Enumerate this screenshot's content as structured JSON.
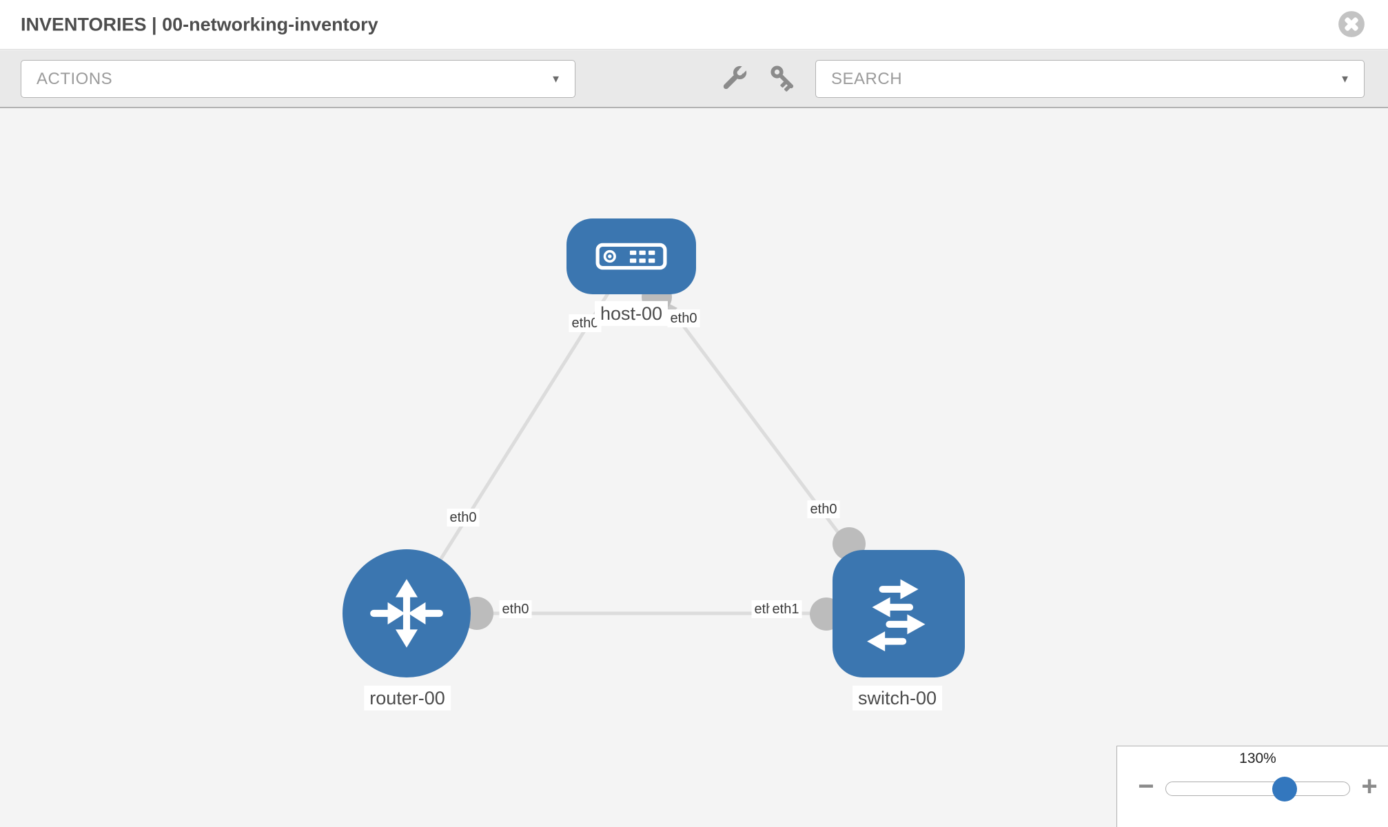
{
  "header": {
    "title": "INVENTORIES | 00-networking-inventory"
  },
  "toolbar": {
    "actions_label": "ACTIONS",
    "search_label": "SEARCH",
    "icon_names": [
      "wrench-icon",
      "key-icon"
    ]
  },
  "icons": {
    "caret": "▼"
  },
  "canvas": {
    "nodes": [
      {
        "id": "host-00",
        "type": "host",
        "label": "host-00"
      },
      {
        "id": "router-00",
        "type": "router",
        "label": "router-00"
      },
      {
        "id": "switch-00",
        "type": "switch",
        "label": "switch-00"
      }
    ],
    "links": [
      {
        "from": "router-00",
        "to": "host-00",
        "from_interface": "eth0",
        "to_interface": "eth0"
      },
      {
        "from": "switch-00",
        "to": "host-00",
        "from_interface": "eth0",
        "to_interface": "eth0"
      },
      {
        "from": "router-00",
        "to": "switch-00",
        "from_interface": "eth0",
        "to_interface": "eth1"
      }
    ],
    "interface_labels": [
      {
        "id": "host-left",
        "text": "eth0"
      },
      {
        "id": "host-right",
        "text": "eth0"
      },
      {
        "id": "router-up",
        "text": "eth0"
      },
      {
        "id": "switch-up",
        "text": "eth0"
      },
      {
        "id": "router-right",
        "text": "eth0"
      },
      {
        "id": "switch-left-under",
        "text": "eth0"
      },
      {
        "id": "switch-left-over",
        "text": "eth1"
      }
    ]
  },
  "zoom_control": {
    "level": "130%",
    "minus": "−",
    "plus": "+"
  },
  "colors": {
    "node_blue": "#3b76b0",
    "link_gray": "#dcdcdc",
    "connector_gray": "#bcbcbc",
    "slider_thumb_blue": "#3377be",
    "toolbar_bg": "#e9e9e9",
    "canvas_bg": "#f4f4f4"
  }
}
